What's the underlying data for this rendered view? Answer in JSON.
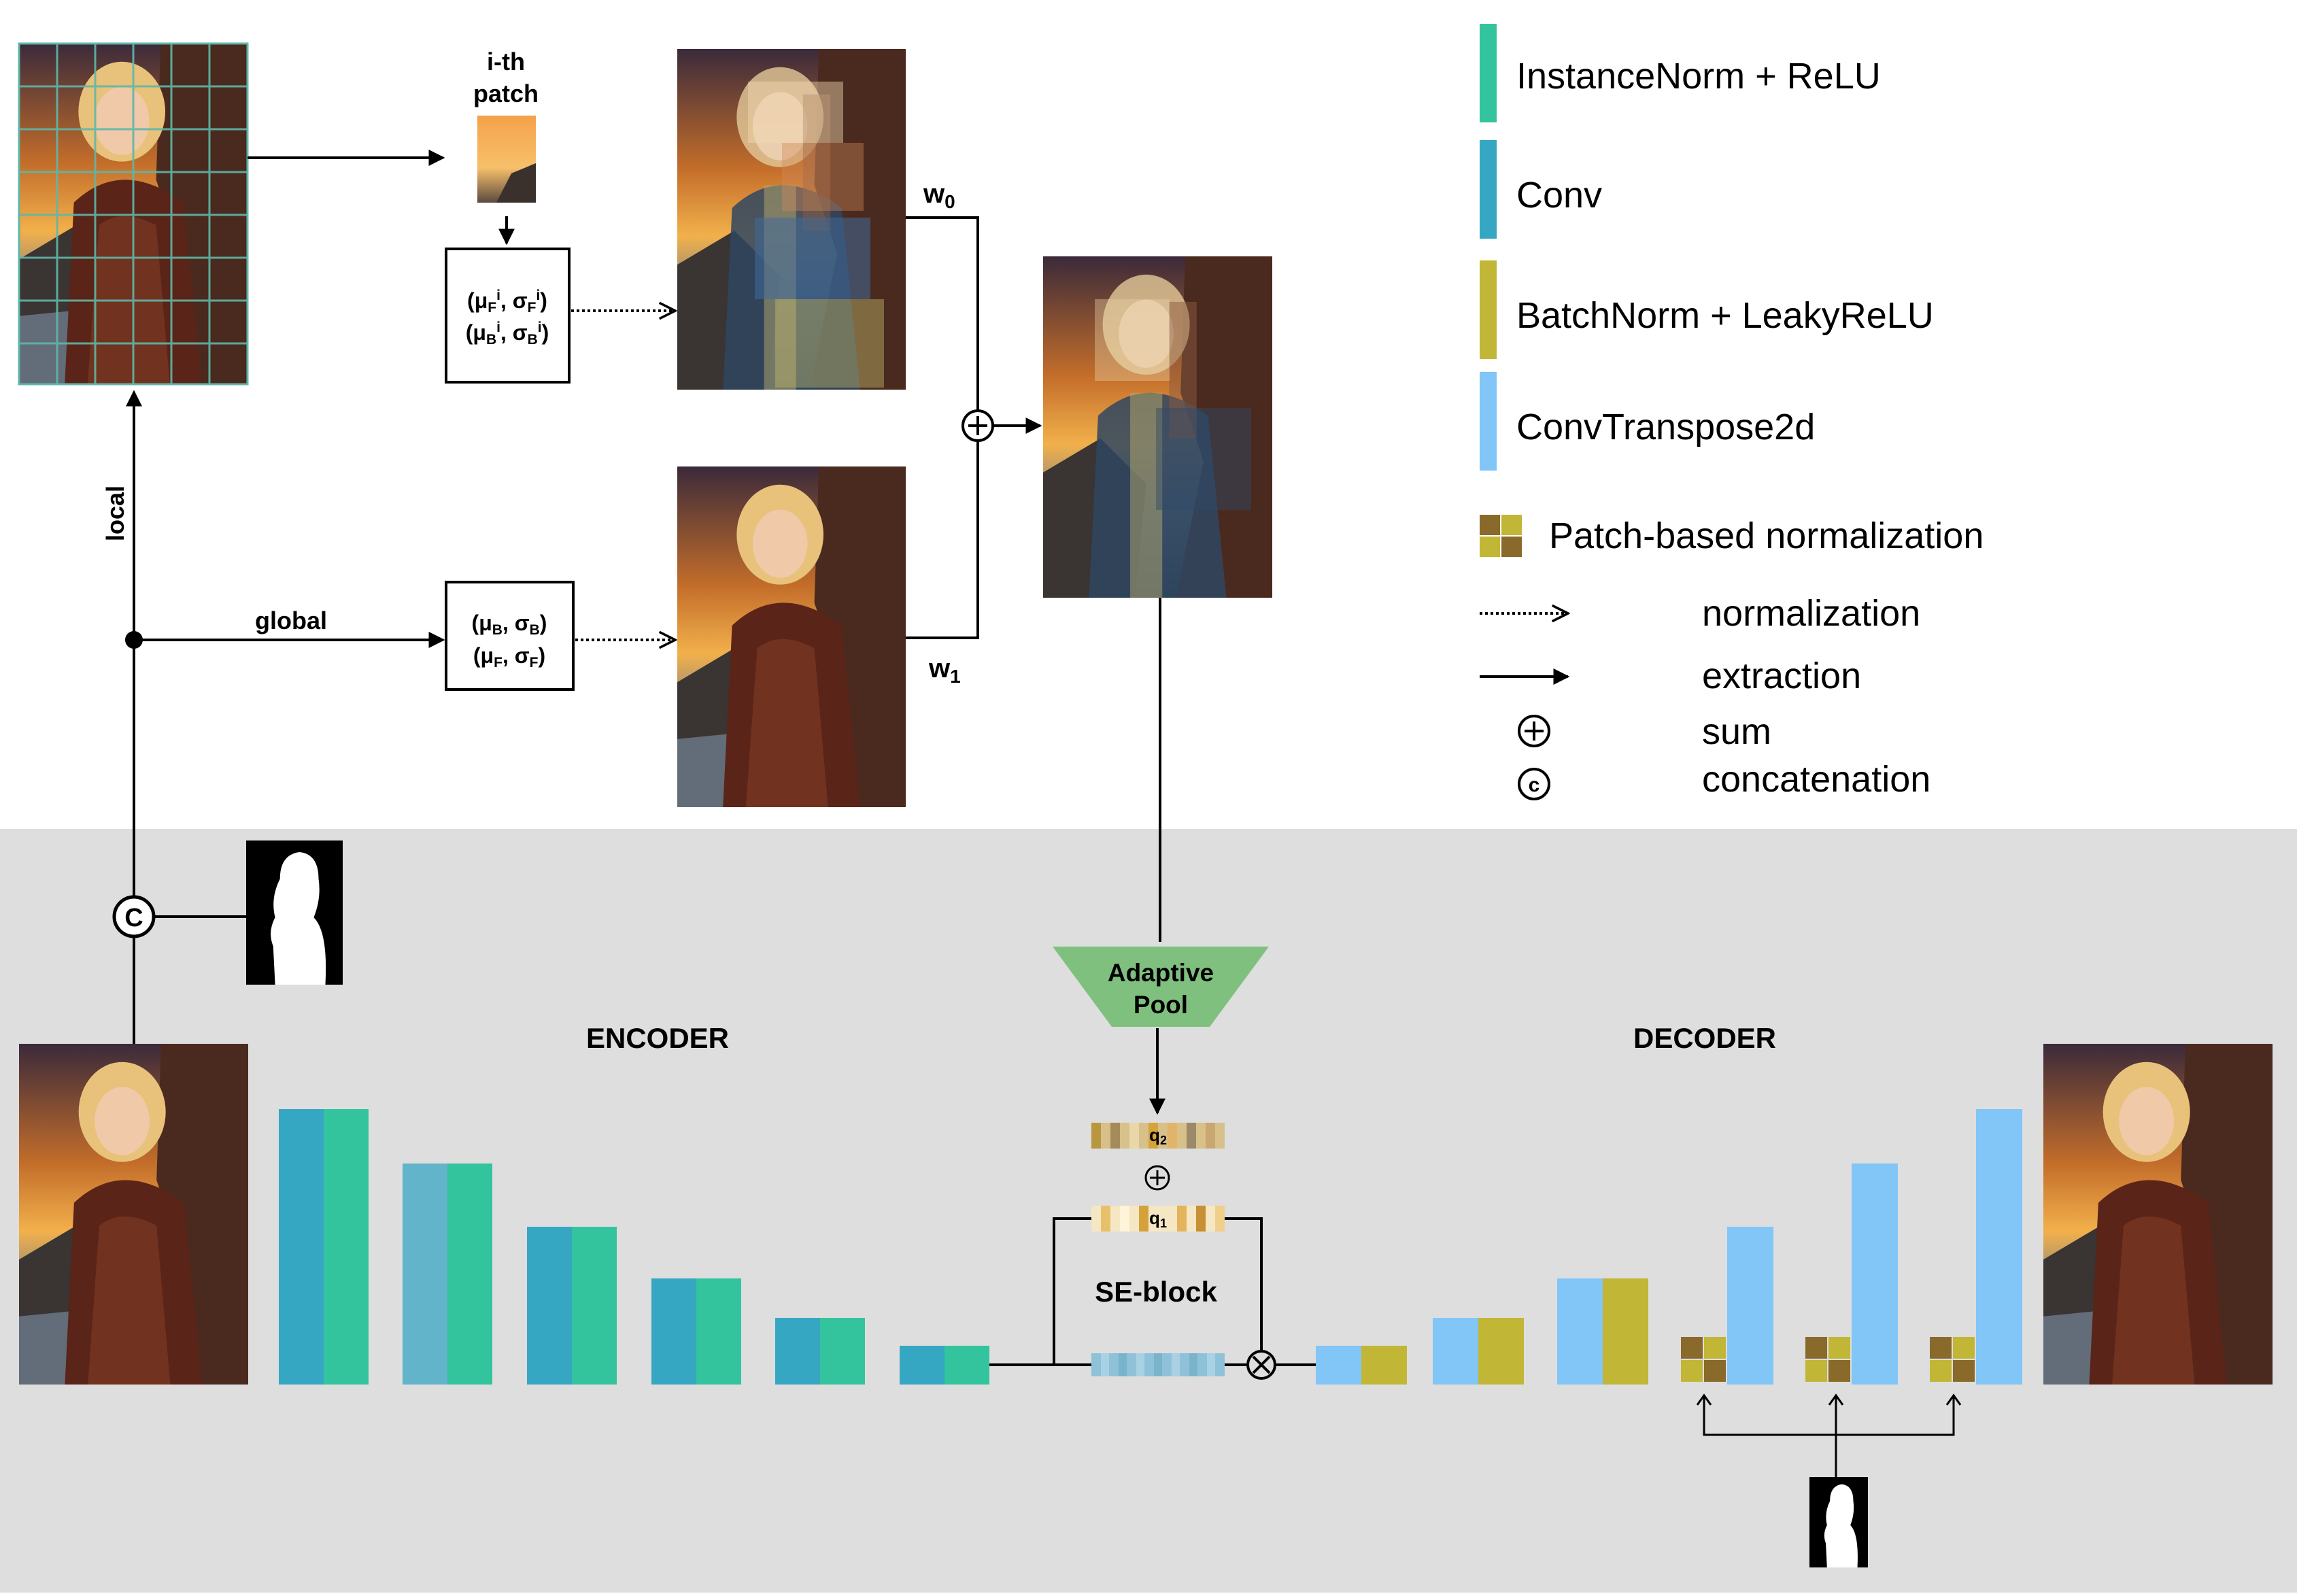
{
  "legend": {
    "instancenorm": "InstanceNorm + ReLU",
    "conv": "Conv",
    "batchnorm": "BatchNorm + LeakyReLU",
    "convtranspose": "ConvTranspose2d",
    "patch_norm": "Patch-based normalization",
    "normalization": "normalization",
    "extraction": "extraction",
    "sum": "sum",
    "concatenation": "concatenation",
    "concat_symbol": "c"
  },
  "top": {
    "patch_label_1": "i-th",
    "patch_label_2": "patch",
    "local_stats_line1": "(μF i, σF i)",
    "local_stats_line2": "(μB i, σB i)",
    "global_stats_line1": "(μB, σB)",
    "global_stats_line2": "(μF, σF)",
    "local_label": "local",
    "global_label": "global",
    "w0": "w",
    "w0_sub": "0",
    "w1": "w",
    "w1_sub": "1"
  },
  "bottom": {
    "encoder": "ENCODER",
    "decoder": "DECODER",
    "adaptive_pool_1": "Adaptive",
    "adaptive_pool_2": "Pool",
    "se_block": "SE-block",
    "q2": "q",
    "q2_sub": "2",
    "q1": "q",
    "q1_sub": "1",
    "concat_symbol": "C"
  },
  "colors": {
    "instancenorm": "#34c49d",
    "conv": "#36a7c2",
    "conv_light": "#62b4ca",
    "batchnorm": "#c2b636",
    "convtranspose": "#82c5f7",
    "adaptive_pool": "#80c07f",
    "panel_bg": "#dedede"
  }
}
